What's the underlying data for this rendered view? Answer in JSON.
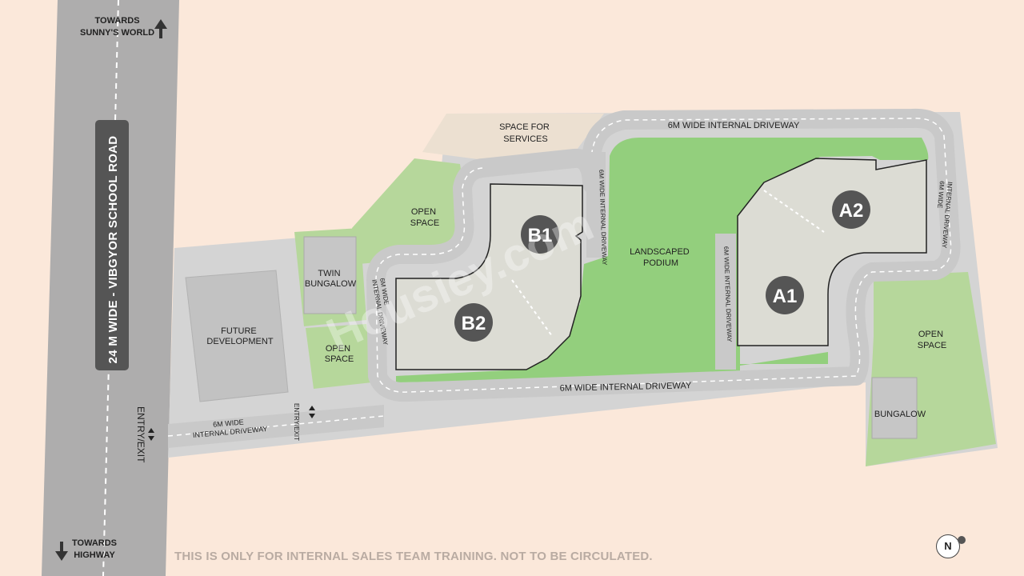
{
  "road": {
    "name": "24 M WIDE - VIBGYOR SCHOOL ROAD",
    "towards_top": [
      "TOWARDS",
      "SUNNY'S WORLD"
    ],
    "towards_bottom": [
      "TOWARDS",
      "HIGHWAY"
    ]
  },
  "entry_exit": "ENTRY/EXIT",
  "entry_exit_small": "ENTRY/EXIT",
  "zones": {
    "services": [
      "SPACE FOR",
      "SERVICES"
    ],
    "open_space_top": [
      "OPEN",
      "SPACE"
    ],
    "twin_bungalow": [
      "TWIN",
      "BUNGALOW"
    ],
    "open_space_mid": [
      "OPEN",
      "SPACE"
    ],
    "future_development": [
      "FUTURE",
      "DEVELOPMENT"
    ],
    "landscaped_podium": [
      "LANDSCAPED",
      "PODIUM"
    ],
    "open_space_right": [
      "OPEN",
      "SPACE"
    ],
    "bungalow": "BUNGALOW"
  },
  "driveways": {
    "top": "6M WIDE INTERNAL DRIVEWAY",
    "bottom": "6M WIDE INTERNAL DRIVEWAY",
    "entry": [
      "6M WIDE",
      "INTERNAL DRIVEWAY"
    ],
    "left_vertical": [
      "6M WIDE",
      "INTERNAL DRIVEWAY"
    ],
    "b1_vertical": "6M WIDE INTERNAL DRIVEWAY",
    "a1_vertical": "6M WIDE INTERNAL DRIVEWAY",
    "right_vertical": [
      "6M WIDE",
      "INTERNAL DRIVEWAY"
    ]
  },
  "towers": [
    "B1",
    "B2",
    "A1",
    "A2"
  ],
  "disclaimer": "THIS IS ONLY FOR INTERNAL SALES TEAM TRAINING. NOT TO BE CIRCULATED.",
  "watermark": "Housiey.com",
  "north_label": "N",
  "colors": {
    "background": "#fbe8da",
    "road": "#aeadad",
    "driveway": "#c9c9c9",
    "green": "#93cf7d",
    "building": "#dcdcd4",
    "services": "#ece0d1",
    "badge": "#555555"
  }
}
